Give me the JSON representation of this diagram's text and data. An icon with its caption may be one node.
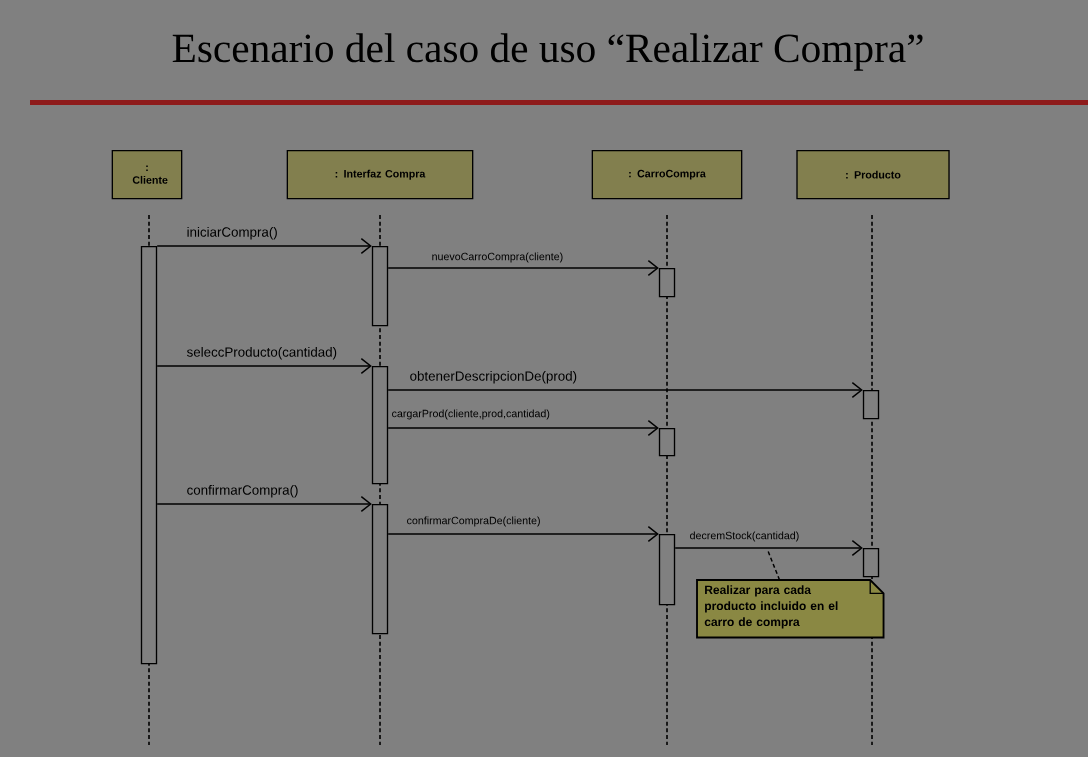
{
  "diagram": {
    "title": "Escenario del caso de uso “Realizar Compra”",
    "nodes": [
      {
        "text": [
          ": Cliente"
        ]
      },
      {
        "text": [
          ": Interfaz Compra"
        ]
      },
      {
        "text": [
          ": CarroCompra"
        ]
      },
      {
        "text": [
          ": Producto"
        ]
      },
      {
        "text": [],
        "shape": "bar"
      },
      {
        "text": [],
        "shape": "bar"
      },
      {
        "text": [],
        "shape": "bar"
      },
      {
        "text": [],
        "shape": "bar"
      },
      {
        "text": [],
        "shape": "bar"
      },
      {
        "text": [],
        "shape": "bar"
      },
      {
        "text": [],
        "shape": "bar"
      },
      {
        "text": [],
        "shape": "bar"
      },
      {
        "text": [],
        "shape": "bar"
      },
      {
        "text": [
          "Realizar para cada producto incluido en el carro de compra"
        ]
      }
    ],
    "edges": [
      {
        "from": 4,
        "to": 5,
        "arrow": "to",
        "label": "iniciarCompra()"
      },
      {
        "from": 5,
        "to": 8,
        "arrow": "to",
        "label": "nuevoCarroCompra(cliente)"
      },
      {
        "from": 4,
        "to": 6,
        "arrow": "to",
        "label": "seleccProducto(cantidad)"
      },
      {
        "from": 6,
        "to": 11,
        "arrow": "to",
        "label": "obtenerDescripcionDe(prod)"
      },
      {
        "from": 6,
        "to": 9,
        "arrow": "to",
        "label": "cargarProd(cliente,prod,cantidad)"
      },
      {
        "from": 4,
        "to": 7,
        "arrow": "to",
        "label": "confirmarCompra()"
      },
      {
        "from": 7,
        "to": 10,
        "arrow": "to",
        "label": "confirmarCompraDe(cliente)"
      },
      {
        "from": 10,
        "to": 12,
        "arrow": "to",
        "label": "decremStock(cantidad)"
      },
      {
        "from": 13,
        "to": null,
        "arrow": "none",
        "style": "dashed"
      }
    ]
  }
}
